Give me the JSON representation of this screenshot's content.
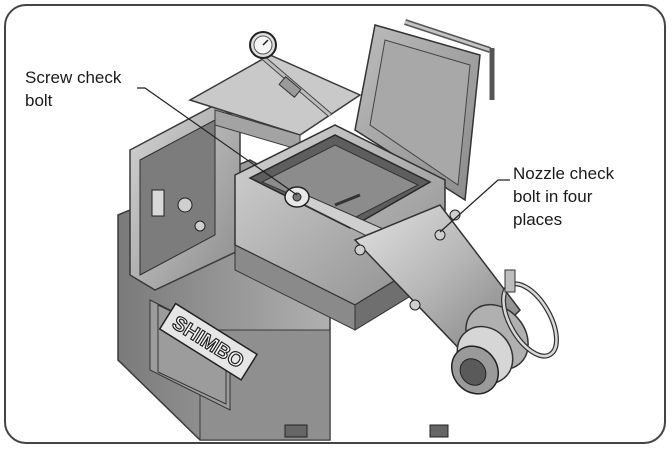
{
  "callouts": {
    "screw_check_bolt": "Screw check\nbolt",
    "nozzle_check_bolt": "Nozzle check\nbolt in four\nplaces"
  },
  "brand_plate": "SHIMBO",
  "colors": {
    "frame_border": "#444444",
    "metal_light": "#c8c8c8",
    "metal_mid": "#9a9a9a",
    "metal_dark": "#5a5a5a",
    "leader_line": "#222222"
  }
}
